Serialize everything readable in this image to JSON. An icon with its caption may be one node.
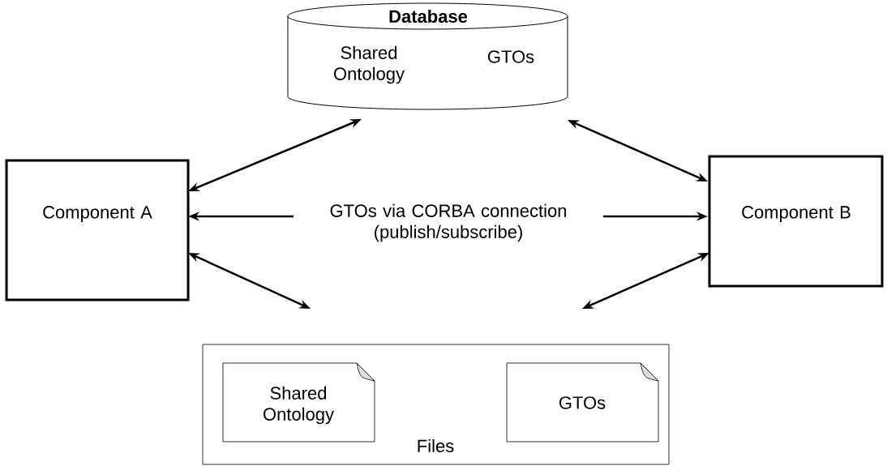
{
  "diagram": {
    "nodes": [
      {
        "text": [
          "Database",
          "Shared Ontology",
          "GTOs"
        ]
      },
      {
        "text": [
          "Component A"
        ]
      },
      {
        "text": [
          "Component B"
        ]
      },
      {
        "text": [
          "Files"
        ]
      },
      {
        "text": [
          "Shared Ontology"
        ],
        "in": 3
      },
      {
        "text": [
          "GTOs"
        ],
        "in": 3
      }
    ],
    "edges": [
      {
        "from": 1,
        "to": 0,
        "arrow": "both"
      },
      {
        "from": 0,
        "to": 2,
        "arrow": "both"
      },
      {
        "from": 1,
        "to": 2,
        "arrow": "both",
        "label": "GTOs via CORBA connection (publish/subscribe)"
      },
      {
        "from": 1,
        "to": 3,
        "arrow": "both"
      },
      {
        "from": 2,
        "to": 3,
        "arrow": "both"
      }
    ]
  }
}
